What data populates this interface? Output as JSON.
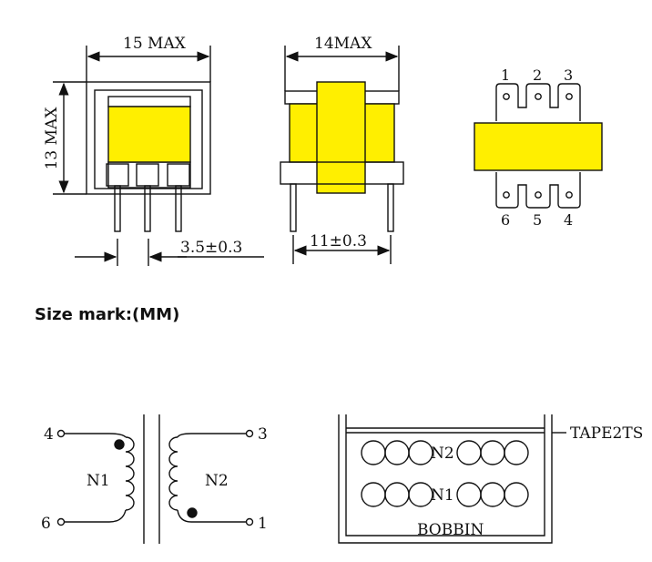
{
  "dimensions": {
    "front_width": "15 MAX",
    "front_height": "13 MAX",
    "pin_pitch": "3.5±0.3",
    "side_width": "14MAX",
    "pin_span": "11±0.3"
  },
  "pins_top": [
    "1",
    "2",
    "3"
  ],
  "pins_bottom": [
    "6",
    "5",
    "4"
  ],
  "size_mark": "Size mark:(MM)",
  "schematic": {
    "pin_4": "4",
    "pin_6": "6",
    "pin_3": "3",
    "pin_1": "1",
    "winding_primary": "N1",
    "winding_secondary": "N2"
  },
  "bobbin": {
    "tape_label": "TAPE2TS",
    "layer_top": "N2",
    "layer_bottom": "N1",
    "bobbin_label": "BOBBIN"
  },
  "colors": {
    "core": "#ffef00",
    "line": "#111111"
  }
}
